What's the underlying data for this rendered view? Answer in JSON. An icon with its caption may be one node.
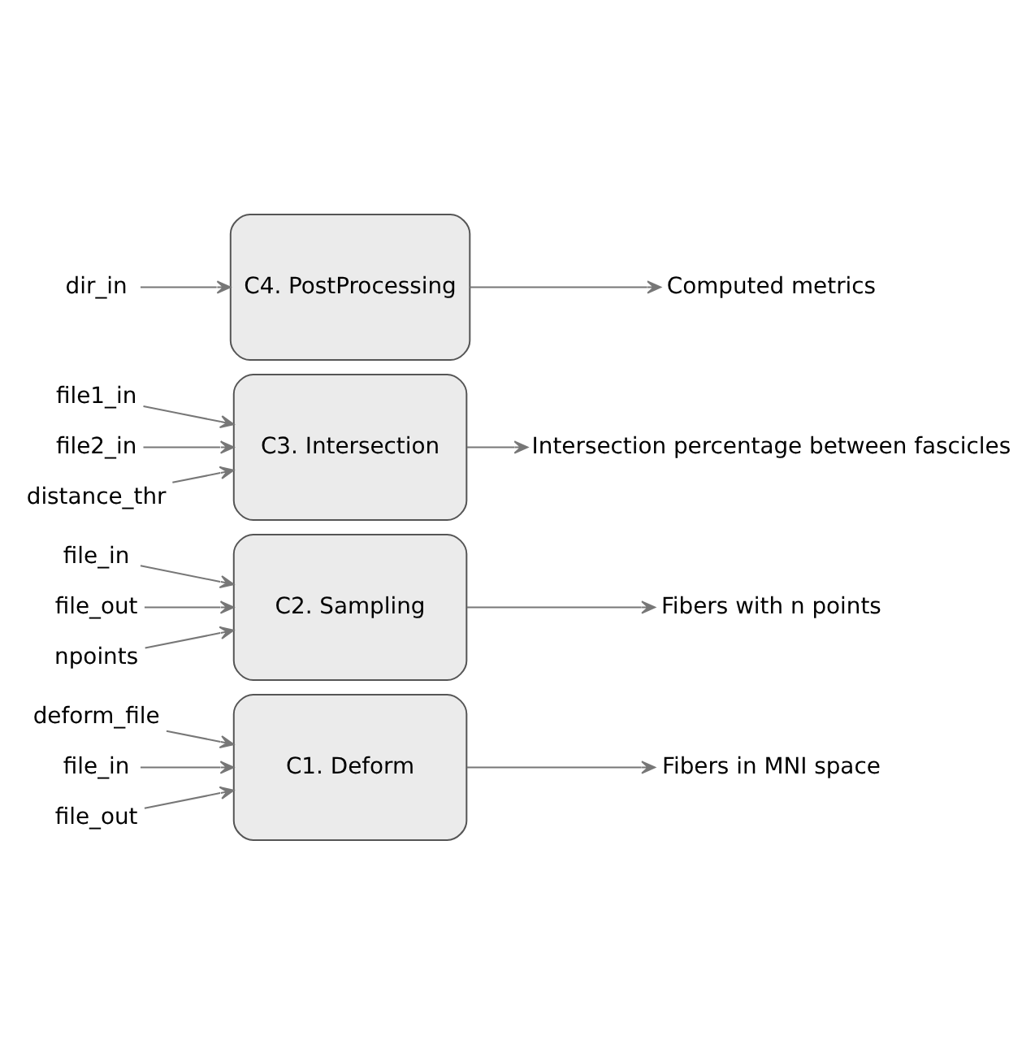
{
  "diagram": {
    "nodes": [
      {
        "text": [
          "deform_file"
        ]
      },
      {
        "text": [
          "file_in"
        ]
      },
      {
        "text": [
          "file_out"
        ]
      },
      {
        "text": [
          "C1. Deform"
        ]
      },
      {
        "text": [
          "Fibers in MNI space"
        ]
      },
      {
        "text": [
          "file_in"
        ]
      },
      {
        "text": [
          "file_out"
        ]
      },
      {
        "text": [
          "npoints"
        ]
      },
      {
        "text": [
          "C2. Sampling"
        ]
      },
      {
        "text": [
          "Fibers with n points"
        ]
      },
      {
        "text": [
          "file1_in"
        ]
      },
      {
        "text": [
          "file2_in"
        ]
      },
      {
        "text": [
          "distance_thr"
        ]
      },
      {
        "text": [
          "C3. Intersection"
        ]
      },
      {
        "text": [
          "Intersection percentage between fascicles"
        ]
      },
      {
        "text": [
          "dir_in"
        ]
      },
      {
        "text": [
          "C4. PostProcessing"
        ]
      },
      {
        "text": [
          "Computed metrics"
        ]
      }
    ],
    "edges": [
      {
        "from": 0,
        "to": 3,
        "arrow": "to"
      },
      {
        "from": 1,
        "to": 3,
        "arrow": "to"
      },
      {
        "from": 2,
        "to": 3,
        "arrow": "to"
      },
      {
        "from": 3,
        "to": 4,
        "arrow": "to"
      },
      {
        "from": 5,
        "to": 8,
        "arrow": "to"
      },
      {
        "from": 6,
        "to": 8,
        "arrow": "to"
      },
      {
        "from": 7,
        "to": 8,
        "arrow": "to"
      },
      {
        "from": 8,
        "to": 9,
        "arrow": "to"
      },
      {
        "from": 10,
        "to": 13,
        "arrow": "to"
      },
      {
        "from": 11,
        "to": 13,
        "arrow": "to"
      },
      {
        "from": 12,
        "to": 13,
        "arrow": "to"
      },
      {
        "from": 13,
        "to": 14,
        "arrow": "to"
      },
      {
        "from": 15,
        "to": 16,
        "arrow": "to"
      },
      {
        "from": 16,
        "to": 17,
        "arrow": "to"
      }
    ]
  }
}
